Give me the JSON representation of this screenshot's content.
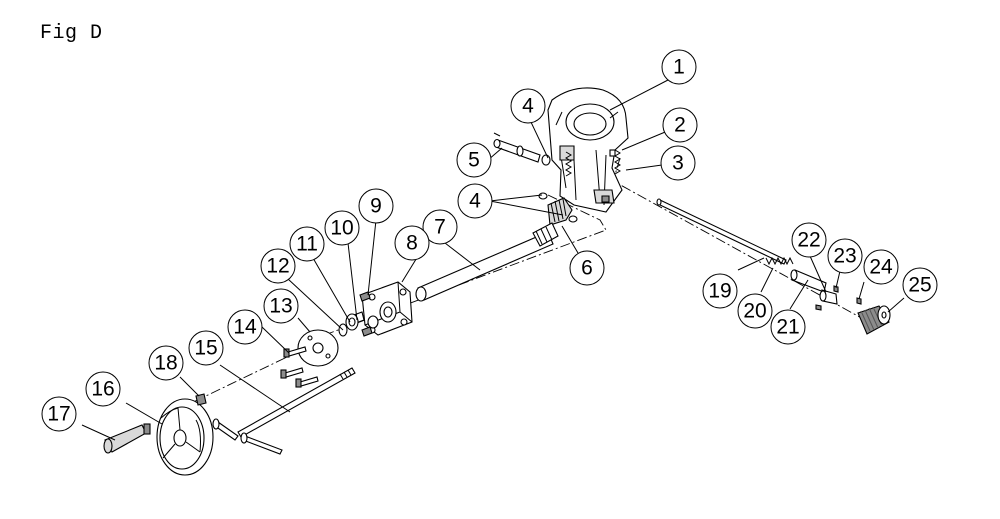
{
  "figure": {
    "title": "Fig D",
    "callouts": [
      {
        "id": "c1",
        "label": "1"
      },
      {
        "id": "c2",
        "label": "2"
      },
      {
        "id": "c3",
        "label": "3"
      },
      {
        "id": "c4a",
        "label": "4"
      },
      {
        "id": "c4b",
        "label": "4"
      },
      {
        "id": "c5",
        "label": "5"
      },
      {
        "id": "c6",
        "label": "6"
      },
      {
        "id": "c7",
        "label": "7"
      },
      {
        "id": "c8",
        "label": "8"
      },
      {
        "id": "c9",
        "label": "9"
      },
      {
        "id": "c10",
        "label": "10"
      },
      {
        "id": "c11",
        "label": "11"
      },
      {
        "id": "c12",
        "label": "12"
      },
      {
        "id": "c13",
        "label": "13"
      },
      {
        "id": "c14",
        "label": "14"
      },
      {
        "id": "c15",
        "label": "15"
      },
      {
        "id": "c16",
        "label": "16"
      },
      {
        "id": "c17",
        "label": "17"
      },
      {
        "id": "c18",
        "label": "18"
      },
      {
        "id": "c19",
        "label": "19"
      },
      {
        "id": "c20",
        "label": "20"
      },
      {
        "id": "c21",
        "label": "21"
      },
      {
        "id": "c22",
        "label": "22"
      },
      {
        "id": "c23",
        "label": "23"
      },
      {
        "id": "c24",
        "label": "24"
      },
      {
        "id": "c25",
        "label": "25"
      }
    ]
  }
}
